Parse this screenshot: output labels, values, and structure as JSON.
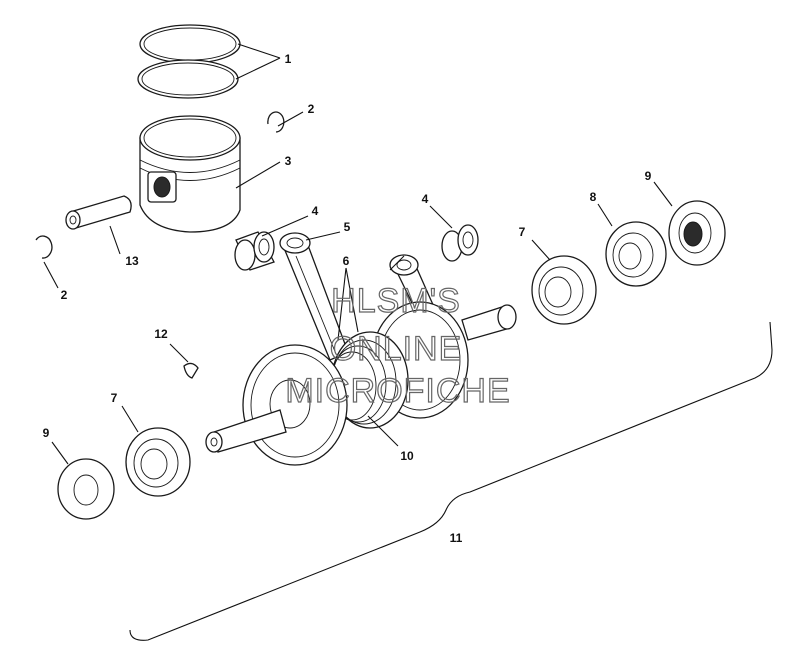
{
  "callouts": {
    "c1": "1",
    "c2a": "2",
    "c2b": "2",
    "c3": "3",
    "c4a": "4",
    "c4b": "4",
    "c5": "5",
    "c6": "6",
    "c7a": "7",
    "c7b": "7",
    "c8": "8",
    "c9a": "9",
    "c9b": "9",
    "c10": "10",
    "c11": "11",
    "c12": "12",
    "c13": "13"
  },
  "watermark": {
    "line1": "HLSM'S",
    "line2": "ONLINE",
    "line3": "MICROFICHE"
  },
  "colors": {
    "line": "#1a1a1a",
    "watermark": "#666666",
    "background": "#ffffff"
  }
}
